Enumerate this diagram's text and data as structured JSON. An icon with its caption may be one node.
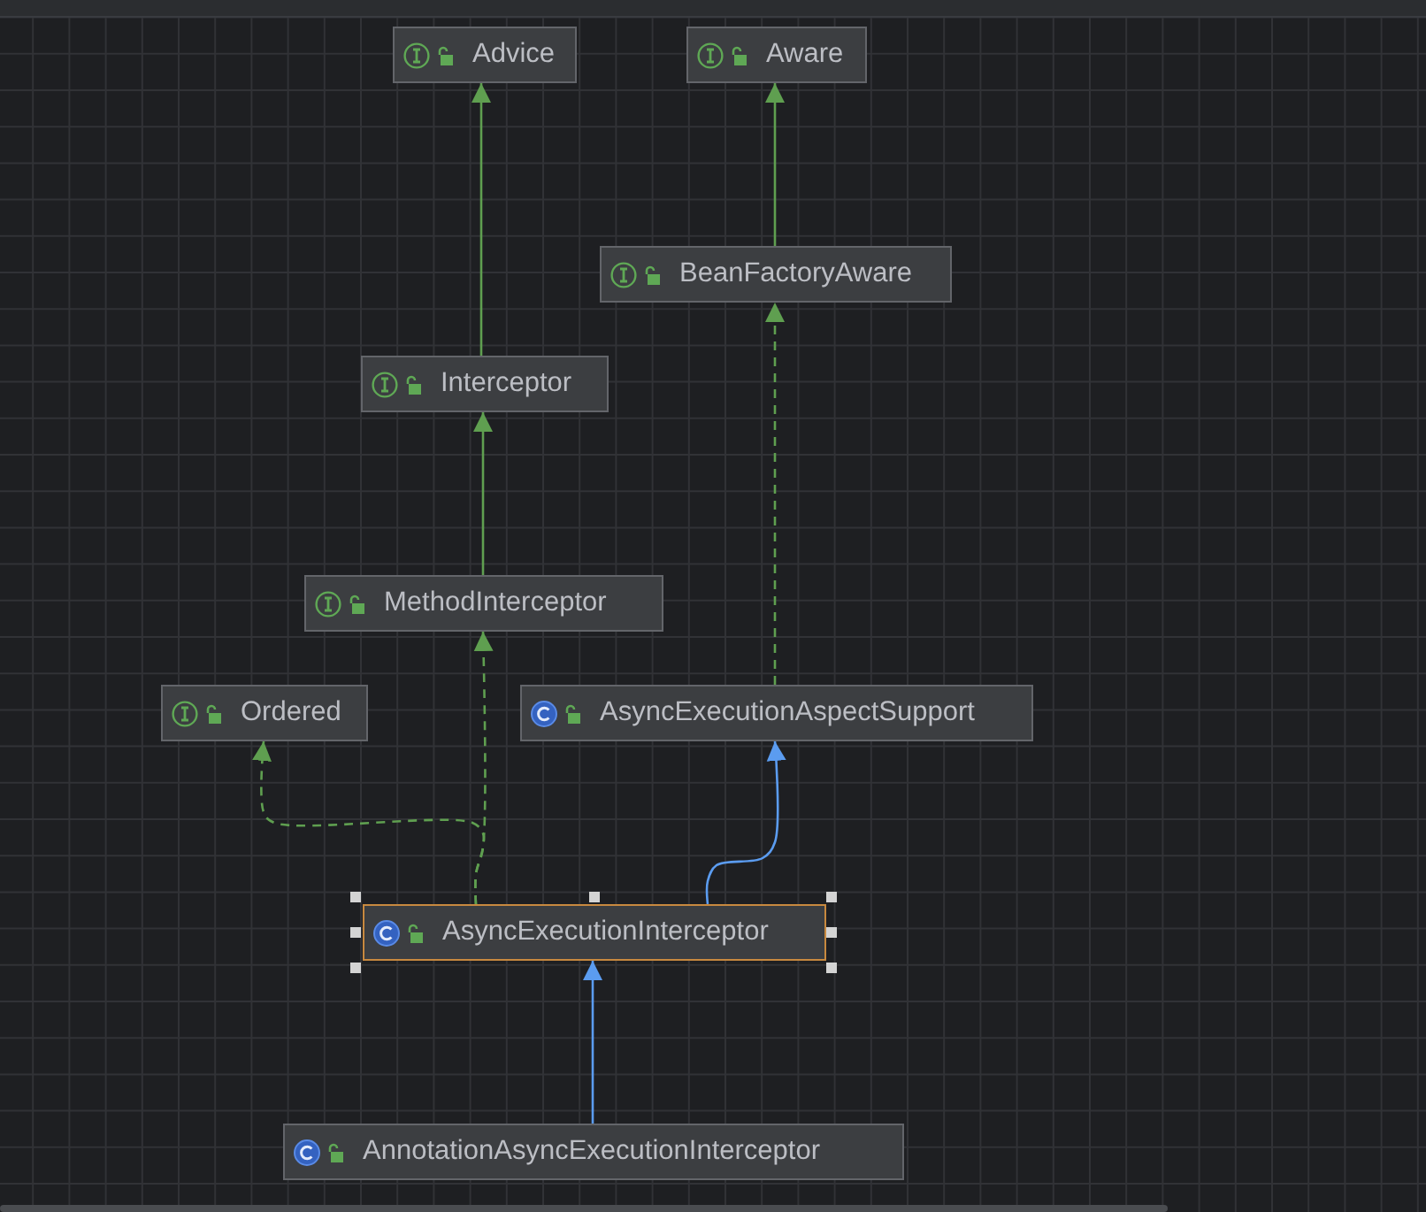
{
  "diagram": {
    "nodes": [
      {
        "text": [
          "Advice"
        ]
      },
      {
        "text": [
          "Aware"
        ]
      },
      {
        "text": [
          "BeanFactoryAware"
        ]
      },
      {
        "text": [
          "Interceptor"
        ]
      },
      {
        "text": [
          "MethodInterceptor"
        ]
      },
      {
        "text": [
          "Ordered"
        ]
      },
      {
        "text": [
          "AsyncExecutionAspectSupport"
        ]
      },
      {
        "text": [
          "AsyncExecutionInterceptor"
        ]
      },
      {
        "text": [
          "AnnotationAsyncExecutionInterceptor"
        ]
      }
    ],
    "edges": [
      {
        "from": 3,
        "to": 0,
        "arrow": "to"
      },
      {
        "from": 2,
        "to": 1,
        "arrow": "to"
      },
      {
        "from": 4,
        "to": 3,
        "arrow": "to"
      },
      {
        "from": 6,
        "to": 2,
        "arrow": "to",
        "style": "dashed"
      },
      {
        "from": 7,
        "to": 4,
        "arrow": "to",
        "style": "dashed"
      },
      {
        "from": 7,
        "to": 5,
        "arrow": "to",
        "style": "dashed"
      },
      {
        "from": 7,
        "to": 6,
        "arrow": "to",
        "color": "#5b9cf0"
      },
      {
        "from": 8,
        "to": 7,
        "arrow": "to",
        "color": "#5b9cf0"
      }
    ]
  }
}
